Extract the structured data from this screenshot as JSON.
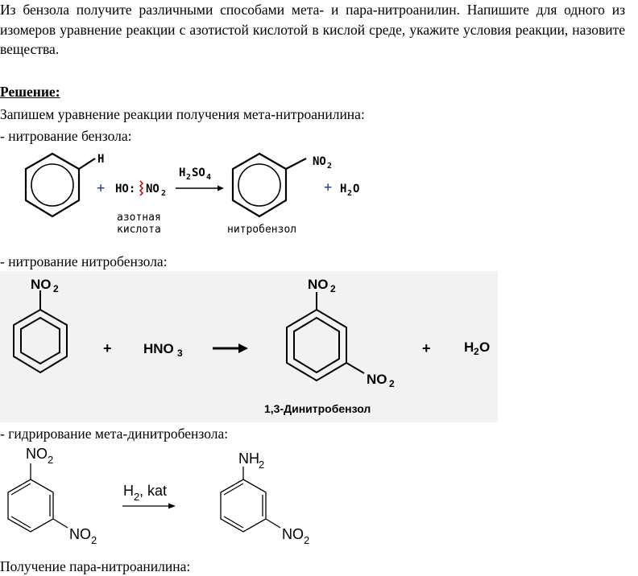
{
  "task": {
    "text": "Из бензола получите различными способами мета- и пара-нитроанилин. Напишите для одного из изомеров уравнение реакции с азотистой кислотой в кислой среде, укажите условия реакции, назовите вещества."
  },
  "solution": {
    "heading": "Решение:",
    "intro": "Запишем уравнение реакции получения мета-нитроанилина:"
  },
  "steps": [
    {
      "title": "- нитрование бензола:",
      "scheme": {
        "h_label": "H",
        "plus1": "+",
        "reagent_left": "HO:",
        "reagent_right": "NO",
        "reagent_sub": "2",
        "condition_main": "H",
        "condition_sub1": "2",
        "condition_mid": "SO",
        "condition_sub2": "4",
        "product_group": "NO",
        "product_group_sub": "2",
        "plus2": "+",
        "water_main": "H",
        "water_sub": "2",
        "water_end": "O",
        "caption_acid_line1": "азотная",
        "caption_acid_line2": "кислота",
        "caption_product": "нитробензол"
      }
    },
    {
      "title": "- нитрование нитробензола:",
      "scheme": {
        "reactant_group": "NO",
        "reactant_group_sub": "2",
        "plus1": "+",
        "reagent": "HNO",
        "reagent_sub": "3",
        "product_top": "NO",
        "product_top_sub": "2",
        "product_bottom": "NO",
        "product_bottom_sub": "2",
        "plus2": "+",
        "water_main": "H",
        "water_sub": "2",
        "water_end": "O",
        "caption_product": "1,3-Динитробензол"
      }
    },
    {
      "title": "- гидрирование мета-динитробензола:",
      "scheme": {
        "reactant_top": "NO",
        "reactant_top_sub": "2",
        "reactant_bottom": "NO",
        "reactant_bottom_sub": "2",
        "condition_main": "H",
        "condition_sub": "2",
        "condition_rest": ", kat",
        "product_top": "NH",
        "product_top_sub": "2",
        "product_bottom": "NO",
        "product_bottom_sub": "2"
      }
    }
  ],
  "footer": {
    "text": "Получение пара-нитроанилина:"
  },
  "colors": {
    "text": "#000000",
    "plus_blue": "#1f3a93",
    "cleavage_red": "#cc0000",
    "image_bg": "#f2f2f2"
  }
}
